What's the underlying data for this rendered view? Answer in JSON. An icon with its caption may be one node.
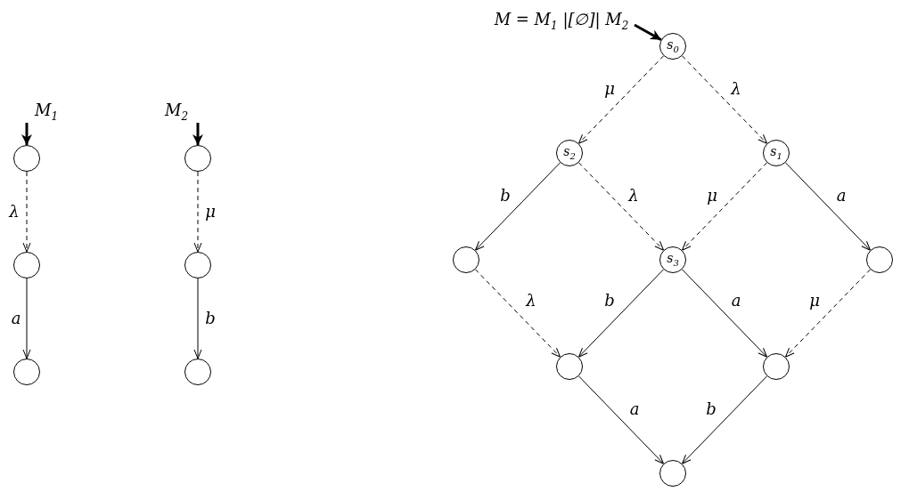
{
  "diagram": {
    "nodes": [
      {
        "text": [],
        "shape": "circle"
      },
      {
        "text": [],
        "shape": "circle"
      },
      {
        "text": [],
        "shape": "circle"
      },
      {
        "text": [],
        "shape": "circle"
      },
      {
        "text": [],
        "shape": "circle"
      },
      {
        "text": [],
        "shape": "circle"
      },
      {
        "text": [
          "s$_{0}$"
        ]
      },
      {
        "text": [
          "s$_{2}$"
        ]
      },
      {
        "text": [
          "s$_{1}$"
        ]
      },
      {
        "text": [],
        "shape": "circle"
      },
      {
        "text": [
          "s$_{3}$"
        ]
      },
      {
        "text": [],
        "shape": "circle"
      },
      {
        "text": [],
        "shape": "circle"
      },
      {
        "text": [],
        "shape": "circle"
      },
      {
        "text": [],
        "shape": "circle"
      }
    ],
    "edges": [
      {
        "from": null,
        "to": 0,
        "arrow": "to",
        "style": "thick",
        "label": "M$_{1}$"
      },
      {
        "from": 0,
        "to": 1,
        "arrow": "to",
        "style": "dashed",
        "label": "λ"
      },
      {
        "from": 1,
        "to": 2,
        "arrow": "to",
        "label": "a"
      },
      {
        "from": null,
        "to": 3,
        "arrow": "to",
        "style": "thick",
        "label": "M$_{2}$"
      },
      {
        "from": 3,
        "to": 4,
        "arrow": "to",
        "style": "dashed",
        "label": "μ"
      },
      {
        "from": 4,
        "to": 5,
        "arrow": "to",
        "label": "b"
      },
      {
        "from": null,
        "to": 6,
        "arrow": "to",
        "style": "thick",
        "label": "M = M$_{1}$ |[∅]| M$_{2}$"
      },
      {
        "from": 6,
        "to": 7,
        "arrow": "to",
        "style": "dashed",
        "label": "μ"
      },
      {
        "from": 6,
        "to": 8,
        "arrow": "to",
        "style": "dashed",
        "label": "λ"
      },
      {
        "from": 7,
        "to": 9,
        "arrow": "to",
        "label": "b"
      },
      {
        "from": 7,
        "to": 10,
        "arrow": "to",
        "style": "dashed",
        "label": "λ"
      },
      {
        "from": 8,
        "to": 10,
        "arrow": "to",
        "style": "dashed",
        "label": "μ"
      },
      {
        "from": 8,
        "to": 11,
        "arrow": "to",
        "label": "a"
      },
      {
        "from": 9,
        "to": 12,
        "arrow": "to",
        "style": "dashed",
        "label": "λ"
      },
      {
        "from": 10,
        "to": 12,
        "arrow": "to",
        "label": "b"
      },
      {
        "from": 10,
        "to": 13,
        "arrow": "to",
        "label": "a"
      },
      {
        "from": 11,
        "to": 13,
        "arrow": "to",
        "style": "dashed",
        "label": "μ"
      },
      {
        "from": 12,
        "to": 14,
        "arrow": "to",
        "label": "a"
      },
      {
        "from": 13,
        "to": 14,
        "arrow": "to",
        "label": "b"
      }
    ]
  }
}
